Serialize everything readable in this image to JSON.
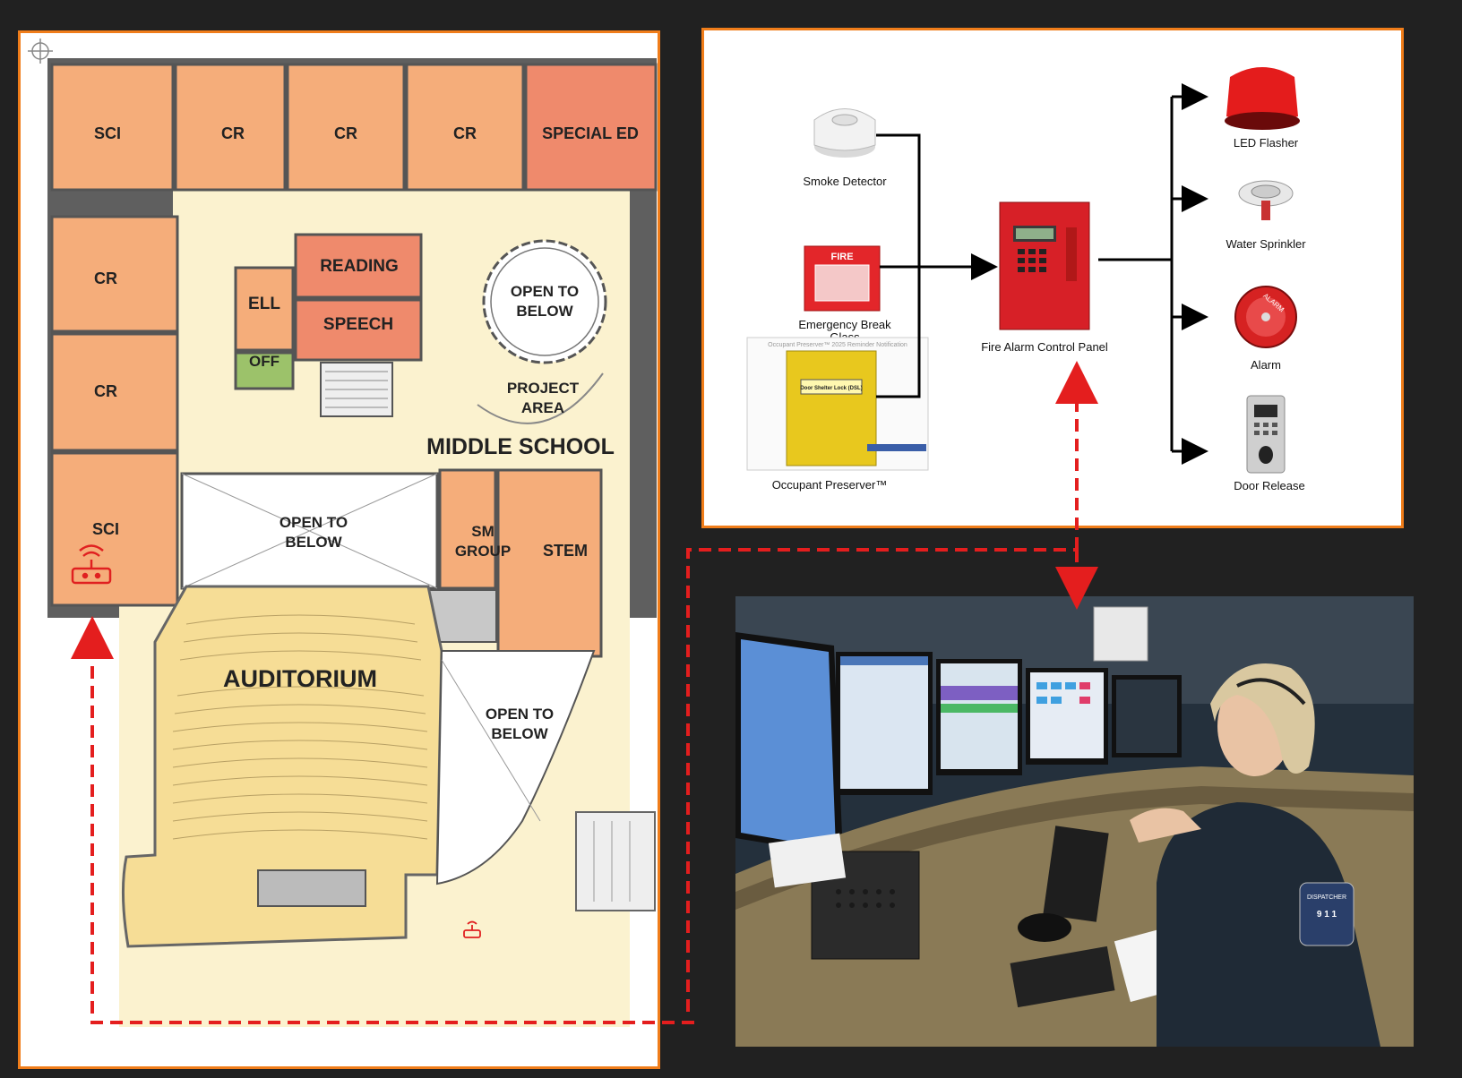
{
  "floorplan": {
    "rooms": {
      "sci_top": "SCI",
      "cr_1": "CR",
      "cr_2": "CR",
      "cr_3": "CR",
      "special_ed": "SPECIAL ED",
      "cr_left_1": "CR",
      "cr_left_2": "CR",
      "sci_bottom": "SCI",
      "reading": "READING",
      "ell": "ELL",
      "speech": "SPEECH",
      "off": "OFF",
      "open_circle_1": "OPEN TO",
      "open_circle_2": "BELOW",
      "project_1": "PROJECT",
      "project_2": "AREA",
      "middle_school": "MIDDLE SCHOOL",
      "open_center_1": "OPEN TO",
      "open_center_2": "BELOW",
      "sm_group_1": "SM",
      "sm_group_2": "GROUP",
      "stem": "STEM",
      "auditorium": "AUDITORIUM",
      "open_right_1": "OPEN TO",
      "open_right_2": "BELOW"
    },
    "colors": {
      "classroom": "#f5ad7a",
      "special": "#ef8a6c",
      "corridor": "#fbf2cf",
      "auditorium": "#f6dd96",
      "ell_office": "#9cc26a"
    }
  },
  "fire_diagram": {
    "inputs": {
      "smoke_detector": "Smoke Detector",
      "break_glass_1": "Emergency Break",
      "break_glass_2": "Glass",
      "fire_sign": "FIRE",
      "occupant_preserver": "Occupant Preserver™",
      "preserver_tag": "Door Shelter Lock (DSL)",
      "preserver_caption": "Occupant Preserver™ 2025 Reminder Notification"
    },
    "panel": "Fire Alarm Control Panel",
    "outputs": {
      "led_flasher": "LED Flasher",
      "water_sprinkler": "Water Sprinkler",
      "alarm": "Alarm",
      "alarm_word": "ALARM",
      "door_release": "Door Release"
    }
  },
  "dispatch": {
    "badge_text": "DISPATCHER",
    "badge_number": "9 1 1"
  }
}
